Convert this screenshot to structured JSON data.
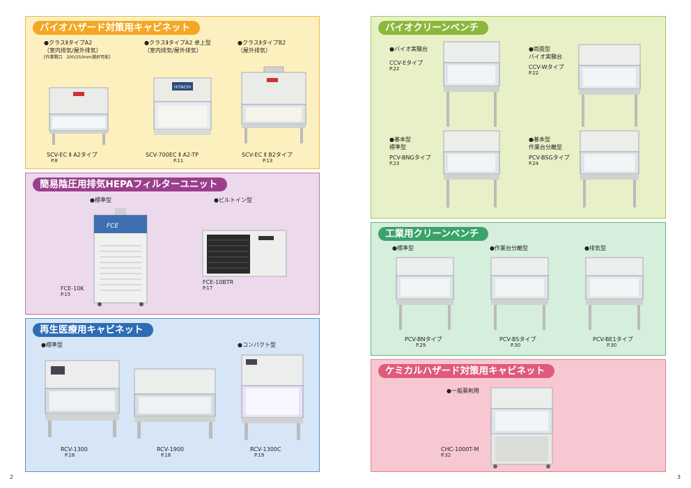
{
  "page_numbers": {
    "left": "2",
    "right": "3"
  },
  "bio_hazard": {
    "title": "バイオハザード対策用キャビネット",
    "color": "#f5a623",
    "items": [
      {
        "label_lines": [
          "●クラスⅡタイプA2",
          "（室内排気/屋外排気）",
          "[作業開口　200/250mm選択可能]"
        ],
        "model": "SCV-EC Ⅱ A2タイプ",
        "page": "P.8"
      },
      {
        "label_lines": [
          "●クラスⅡタイプA2 卓上型",
          "（室内排気/屋外排気）"
        ],
        "model": "SCV-700EC Ⅱ A2-TP",
        "page": "P.11",
        "photo_text": "HITACHI"
      },
      {
        "label_lines": [
          "●クラスⅡタイプB2",
          "（屋外排気）"
        ],
        "model": "SCV-EC Ⅱ B2タイプ",
        "page": "P.13"
      }
    ]
  },
  "hepa": {
    "title": "簡易陰圧用排気HEPAフィルターユニット",
    "color": "#9b3f8d",
    "items": [
      {
        "label": "●標準型",
        "model": "FCE-10K",
        "page": "P.15",
        "photo_text": "FCE"
      },
      {
        "label": "●ビルトイン型",
        "model": "FCE-10BTR",
        "page": "P.17"
      }
    ]
  },
  "regen": {
    "title": "再生医療用キャビネット",
    "color": "#2e6db4",
    "items": [
      {
        "label": "●標準型",
        "model": "RCV-1300",
        "page": "P.18"
      },
      {
        "label": "",
        "model": "RCV-1900",
        "page": "P.18"
      },
      {
        "label": "●コンパクト型",
        "model": "RCV-1300C",
        "page": "P.19"
      }
    ]
  },
  "bio_clean": {
    "title": "バイオクリーンベンチ",
    "color": "#8cb83a",
    "items": [
      {
        "label_lines": [
          "●バイオ実験台"
        ],
        "model": "CCV-Eタイプ",
        "page": "P.22"
      },
      {
        "label_lines": [
          "●両面型",
          "バイオ実験台"
        ],
        "model": "CCV-Wタイプ",
        "page": "P.22"
      },
      {
        "label_lines": [
          "●基本型",
          "標準型"
        ],
        "model": "PCV-BNGタイプ",
        "page": "P.23"
      },
      {
        "label_lines": [
          "●基本型",
          "作業台分離型"
        ],
        "model": "PCV-BSGタイプ",
        "page": "P.24"
      }
    ]
  },
  "industrial": {
    "title": "工業用クリーンベンチ",
    "color": "#3aa36a",
    "items": [
      {
        "label": "●標準型",
        "model": "PCV-BNタイプ",
        "page": "P.29"
      },
      {
        "label": "●作業台分離型",
        "model": "PCV-BSタイプ",
        "page": "P.30"
      },
      {
        "label": "●排気型",
        "model": "PCV-BE1タイプ",
        "page": "P.30"
      }
    ]
  },
  "chemical": {
    "title": "ケミカルハザード対策用キャビネット",
    "color": "#e05a7a",
    "items": [
      {
        "label": "●一般薬剤用",
        "model": "CHC-1000T-M",
        "page": "P.32"
      }
    ]
  }
}
